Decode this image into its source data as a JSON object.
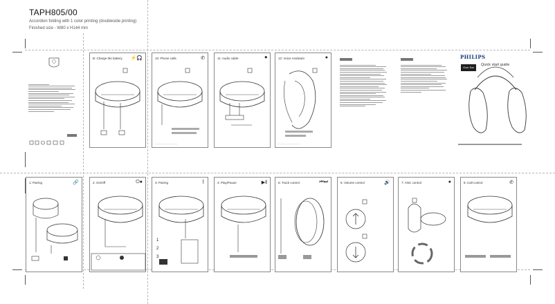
{
  "header": {
    "title": "TAPH805/00",
    "subtitle_line1": "Accordion folding with 1 color printing (doubleside printing)",
    "subtitle_line2": "Finished size - W80 x H144 mm"
  },
  "cover": {
    "brand": "PHILIPS",
    "guide_title": "Quick start guide",
    "series_label": "Over Ear"
  },
  "top_row": [
    {
      "title": "B: Charge the battery",
      "icon": "charge-icon"
    },
    {
      "title": "10: Phone calls",
      "icon": "phone-icon"
    },
    {
      "title": "11: Audio cable",
      "icon": "cable-icon"
    },
    {
      "title": "12: Voice Assistant",
      "icon": "assistant-icon"
    }
  ],
  "bottom_row": [
    {
      "title": "1: Pairing",
      "icon": "pair-icon"
    },
    {
      "title": "2: On/Off",
      "icon": "power-icon"
    },
    {
      "title": "3: Pairing",
      "icon": "bluetooth-icon"
    },
    {
      "title": "4: Play/Pause",
      "icon": "play-pause-icon"
    },
    {
      "title": "5: Track control",
      "icon": "track-icon"
    },
    {
      "title": "6: Volume control",
      "icon": "volume-icon"
    },
    {
      "title": "7: ANC control",
      "icon": "anc-icon"
    },
    {
      "title": "8: Call control",
      "icon": "call-icon"
    }
  ]
}
